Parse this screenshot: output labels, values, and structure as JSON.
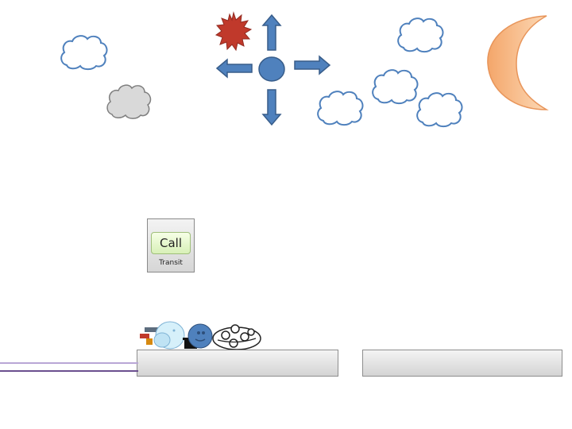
{
  "colors": {
    "cloud_outline": "#4f81bd",
    "cloud_gray_fill": "#d9d9d9",
    "arrow_fill": "#4f81bd",
    "arrow_stroke": "#385d8a",
    "sun_fill": "#c0392b",
    "moon_fill": "#f9c89b",
    "track_light": "#b9a6d6",
    "track_dark": "#6b4f8f"
  },
  "controls": {
    "call_label": "Call",
    "caption": "Transit"
  },
  "icons": {
    "sun": "sun-icon",
    "moon": "crescent-moon-icon",
    "dpad": [
      "arrow-up-icon",
      "arrow-down-icon",
      "arrow-left-icon",
      "arrow-right-icon",
      "center-circle-icon"
    ],
    "sprites": [
      "snowman-sprite",
      "blue-ball-sprite",
      "bubble-cloud-sprite"
    ]
  }
}
